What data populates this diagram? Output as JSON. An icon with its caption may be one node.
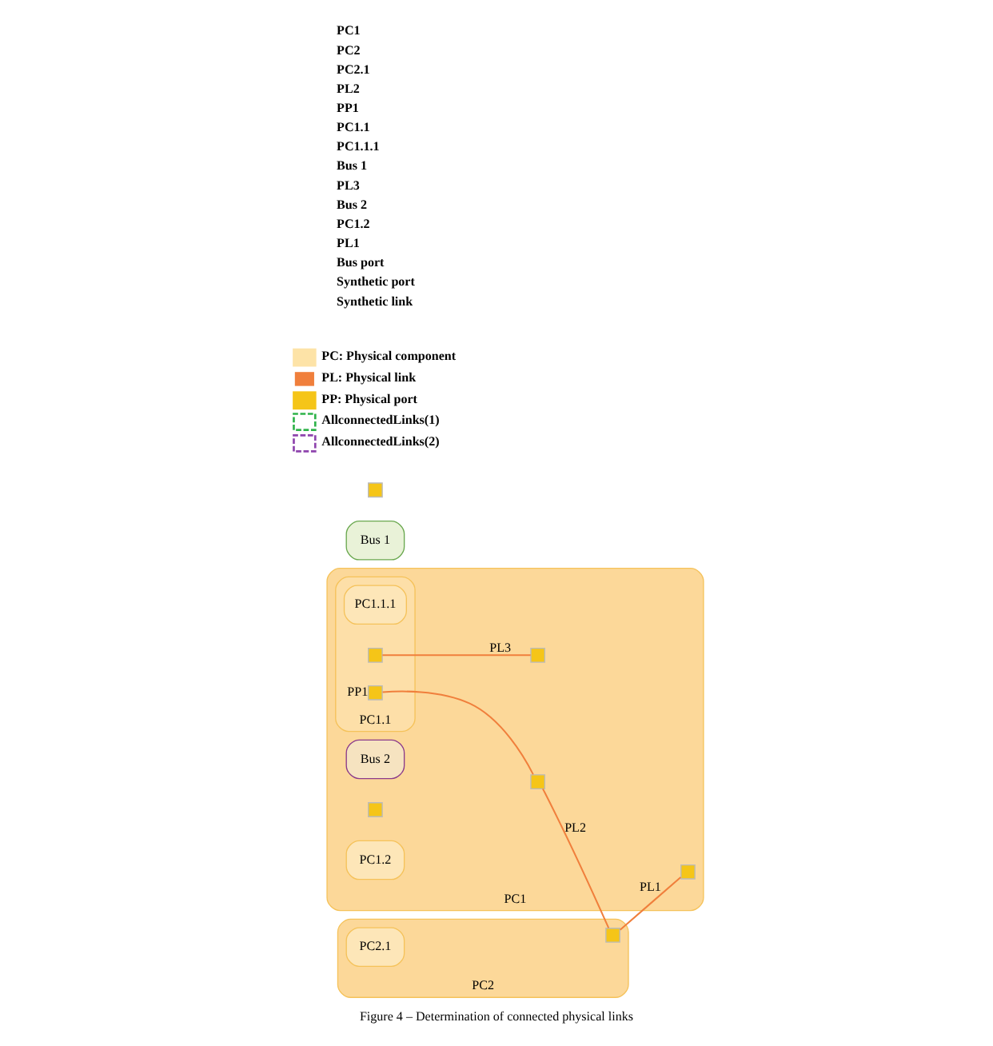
{
  "diagram": {
    "caption": "Figure 4 – Determination of connected physical links",
    "nodes": [
      {
        "text": [
          "PC1"
        ]
      },
      {
        "text": [
          "PC1.1"
        ],
        "in": 0
      },
      {
        "text": [
          "PC1.1.1"
        ],
        "in": 1
      },
      {
        "text": [],
        "shape": "box",
        "beside": [
          "PP1"
        ],
        "in": 1
      },
      {
        "text": [],
        "shape": "box",
        "in": 1
      },
      {
        "text": [
          "Bus 2"
        ],
        "in": 0
      },
      {
        "text": [],
        "shape": "box",
        "in": 0
      },
      {
        "text": [],
        "shape": "box",
        "in": 0
      },
      {
        "text": [
          "PC1.2"
        ],
        "in": 0
      },
      {
        "text": [],
        "shape": "box",
        "in": 0
      },
      {
        "text": [],
        "shape": "box",
        "in": 0
      },
      {
        "text": [
          "Bus 1"
        ]
      },
      {
        "text": [],
        "shape": "box"
      },
      {
        "text": [
          "PC2"
        ]
      },
      {
        "text": [
          "PC2.1"
        ],
        "in": 13
      },
      {
        "text": [],
        "shape": "box",
        "in": 13
      }
    ],
    "edges": [
      {
        "from": 3,
        "to": 10,
        "arrow": "none"
      },
      {
        "from": 10,
        "to": 15,
        "arrow": "none",
        "label": "PL2"
      },
      {
        "from": 15,
        "to": 9,
        "arrow": "none",
        "label": "PL1"
      },
      {
        "from": 4,
        "to": 7,
        "arrow": "none",
        "label": "PL3"
      }
    ],
    "labels": [
      "PC1",
      "PC2",
      "PC2.1",
      "PL2",
      "PP1",
      "PC1.1",
      "PC1.1.1",
      "Bus 1",
      "PL3",
      "Bus 2",
      "PC1.2",
      "PL1",
      "Bus port",
      "Synthetic port",
      "Synthetic link"
    ],
    "legend": [
      {
        "text": "PC: Physical component",
        "color": "#fde3a7"
      },
      {
        "text": "PL: Physical link"
      },
      {
        "text": "PP: Physical port"
      },
      {
        "text": "AllconnectedLinks(1)"
      },
      {
        "text": "AllconnectedLinks(2)"
      }
    ]
  }
}
